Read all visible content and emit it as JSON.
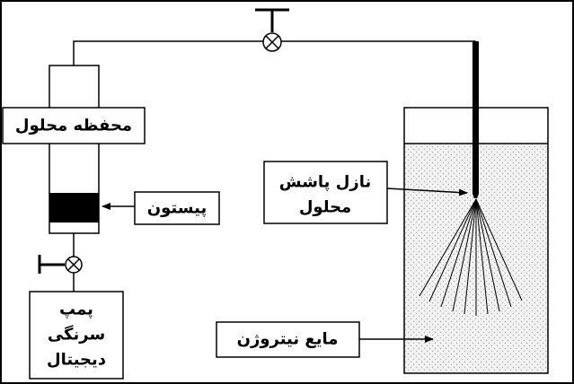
{
  "colors": {
    "line": "#000000",
    "background": "#ffffff",
    "liquid": "#f2f2f2",
    "stipple": "#a8a8a8"
  },
  "icons": [
    "valve-icon",
    "valve-icon"
  ],
  "labels": {
    "solution_chamber": "محفظه محلول",
    "piston": "پیستون",
    "nozzle_line1": "نازل پاشش",
    "nozzle_line2": "محلول",
    "pump_line1": "پمپ",
    "pump_line2": "سرنگی",
    "pump_line3": "دیجیتال",
    "liquid_nitrogen": "مایع نیتروژن"
  }
}
